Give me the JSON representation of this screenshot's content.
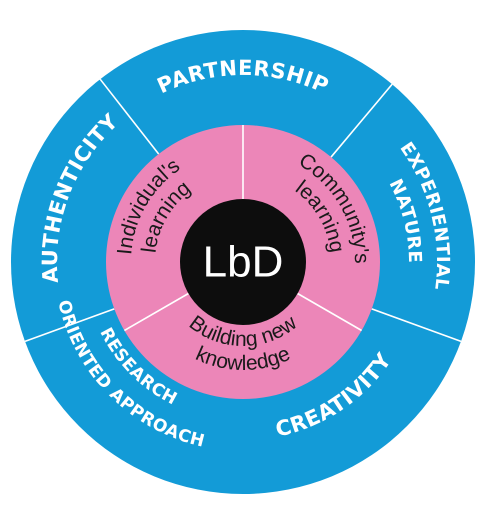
{
  "colors": {
    "outer_ring": "#139bd7",
    "inner_ring": "#ec86b8",
    "center": "#0d0d0d",
    "divider": "#ffffff",
    "outer_text": "#ffffff",
    "inner_text": "#1a1a1a",
    "center_text": "#ffffff"
  },
  "center": {
    "label": "LbD"
  },
  "outer_segments": [
    {
      "id": "partnership",
      "lines": [
        "PARTNERSHIP"
      ]
    },
    {
      "id": "experiential",
      "lines": [
        "EXPERIENTIAL",
        "NATURE"
      ]
    },
    {
      "id": "creativity",
      "lines": [
        "CREATIVITY"
      ]
    },
    {
      "id": "research",
      "lines": [
        "RESEARCH",
        "ORIENTED APPROACH"
      ]
    },
    {
      "id": "authenticity",
      "lines": [
        "AUTHENTICITY"
      ]
    }
  ],
  "inner_segments": [
    {
      "id": "community",
      "lines": [
        "Community's",
        "learning"
      ]
    },
    {
      "id": "building",
      "lines": [
        "Building new",
        "knowledge"
      ]
    },
    {
      "id": "individual",
      "lines": [
        "Individual's",
        "learning"
      ]
    }
  ]
}
